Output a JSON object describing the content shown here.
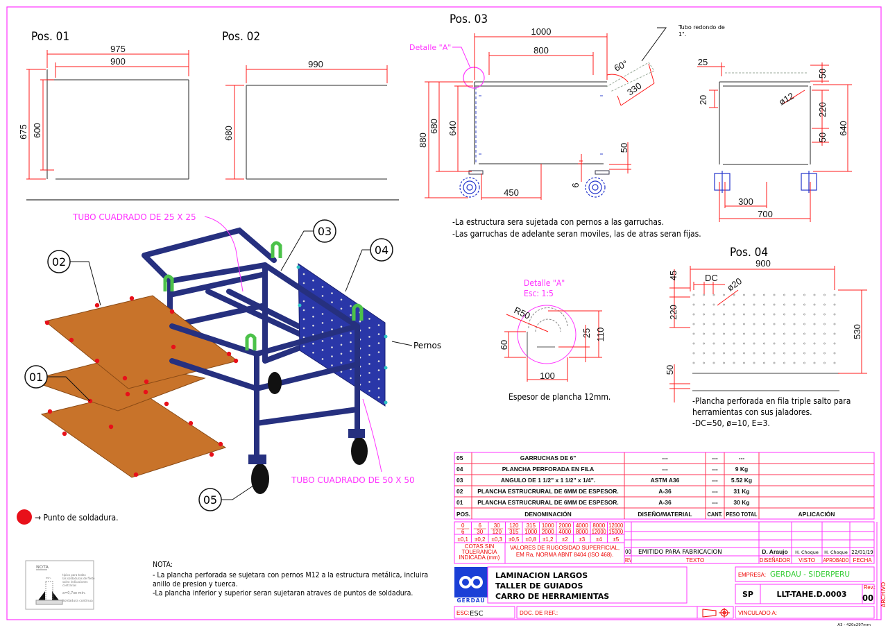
{
  "views": {
    "pos01": {
      "label": "Pos. 01",
      "dims": [
        "975",
        "900",
        "675",
        "600"
      ]
    },
    "pos02": {
      "label": "Pos. 02",
      "dims": [
        "990",
        "680"
      ]
    },
    "pos03": {
      "label": "Pos. 03",
      "detail_callout": "Detalle \"A\"",
      "tube_note_1": "Tubo redondo de",
      "tube_note_2": "1\".",
      "side_dims": [
        "1000",
        "800",
        "60°",
        "330",
        "880",
        "680",
        "640",
        "50",
        "6",
        "450"
      ],
      "front_dims": [
        "25",
        "50",
        "20",
        "ø12",
        "220",
        "50",
        "640",
        "300",
        "700"
      ],
      "notes": [
        "-La estructura sera sujetada con pernos a las garruchas.",
        "-Las garruchas de adelante seran moviles, las de atras seran fijas."
      ]
    },
    "detail_a": {
      "title": "Detalle \"A\"",
      "scale": "Esc: 1:5",
      "dims": [
        "R50",
        "60",
        "25",
        "110",
        "100"
      ],
      "note": "Espesor de plancha 12mm."
    },
    "pos04": {
      "label": "Pos. 04",
      "dims": [
        "900",
        "45",
        "DC",
        "ø20",
        "220",
        "530",
        "50"
      ],
      "notes": [
        "-Plancha perforada en fila triple salto para",
        "herramientas con sus jaladores.",
        "-DC=50,  ø=10,  E=3."
      ]
    },
    "isometric": {
      "tube_25": "TUBO CUADRADO DE 25 X 25",
      "tube_50": "TUBO CUADRADO DE 50 X 50",
      "bolts": "Pernos",
      "balloons": [
        "01",
        "02",
        "03",
        "04",
        "05"
      ],
      "weld_legend": "→ Punto de soldadura."
    }
  },
  "weld_note_box": {
    "title": "NOTA",
    "lines": [
      "tipico para todas",
      "las soldaduras de filete",
      "salvo indicaciones",
      "contrarias",
      "a=0,7xe  min.",
      "Soldadura continua"
    ],
    "min": "min."
  },
  "general_notes": {
    "title": "NOTA:",
    "lines": [
      "- La plancha perforada se sujetara con pernos M12 a la estructura metálica, incluira",
      "anillo de presion y tuerca.",
      "-La plancha inferior y superior seran sujetaran atraves de puntos de soldadura."
    ]
  },
  "parts_list": {
    "headers": [
      "POS.",
      "DENOMINACIÓN",
      "DISEÑO/MATERIAL",
      "CANT.",
      "PESO TOTAL",
      "APLICACIÓN"
    ],
    "rows": [
      [
        "05",
        "GARRUCHAS DE 6\"",
        "---",
        "---",
        "---",
        ""
      ],
      [
        "04",
        "PLANCHA PERFORADA EN FILA",
        "---",
        "---",
        "9 Kg",
        ""
      ],
      [
        "03",
        "ANGULO DE 1 1/2\" x 1 1/2\" x 1/4\".",
        "ASTM A36",
        "---",
        "5.52 Kg",
        ""
      ],
      [
        "02",
        "PLANCHA ESTRUCRURAL DE 6MM DE ESPESOR.",
        "A-36",
        "---",
        "31 Kg",
        ""
      ],
      [
        "01",
        "PLANCHA ESTRUCRURAL DE 6MM DE ESPESOR.",
        "A-36",
        "---",
        "30 Kg",
        ""
      ]
    ]
  },
  "tolerances": {
    "ranges": [
      [
        "0",
        "6"
      ],
      [
        "6",
        "30"
      ],
      [
        "30",
        "120"
      ],
      [
        "120",
        "315"
      ],
      [
        "315",
        "1000"
      ],
      [
        "1000",
        "2000"
      ],
      [
        "2000",
        "4000"
      ],
      [
        "4000",
        "8000"
      ],
      [
        "8000",
        "12000"
      ],
      [
        "12000",
        "15000"
      ]
    ],
    "values": [
      "±0,1",
      "±0,2",
      "±0,3",
      "±0,5",
      "±0,8",
      "±1,2",
      "±2",
      "±3",
      "±4",
      "±5"
    ],
    "caption_left": [
      "COTAS SIN",
      "TOLERANCIA",
      "INDICADA (mm)"
    ],
    "caption_right": [
      "VALORES DE RUGOSIDAD SUPERFICIAL,",
      "EM Ra, NORMA ABNT 8404 (ISO 468)."
    ]
  },
  "revisions": {
    "row": {
      "rev": "00",
      "text": "EMITIDO PARA FABRICACION",
      "designer": "D. Araujo",
      "checked": "H. Choque",
      "approved": "H. Choque",
      "date": "22/01/19"
    },
    "headers": [
      "REV",
      "TEXTO",
      "DISEÑADOR",
      "VISTO",
      "APROBADO",
      "FECHA"
    ]
  },
  "title_block": {
    "logo_text": "GERDAU",
    "title_lines": [
      "LAMINACION LARGOS",
      "TALLER DE GUIADOS",
      "CARRO DE HERRAMIENTAS"
    ],
    "company_label": "EMPRESA:",
    "company": "GERDAU - SIDERPERU",
    "sp": "SP",
    "drawing_no": "LLT-TAHE.D.0003",
    "rev_label": "Rev.:",
    "rev": "00",
    "scale_label": "ESC:",
    "scale": "ESC",
    "doc_ref_label": "DOC. DE REF.:",
    "linked_label": "VINCULADO A:",
    "archive": "ARCHIVO",
    "sheet_size": "A3 - 420x297mm"
  },
  "colors": {
    "border": "#ff33ff",
    "dimension": "#ff1a1a",
    "frame": "#26307f",
    "plate": "#c8732a",
    "handle": "#4cc24a",
    "logo": "#1a3fd6",
    "company": "#33cc33"
  }
}
